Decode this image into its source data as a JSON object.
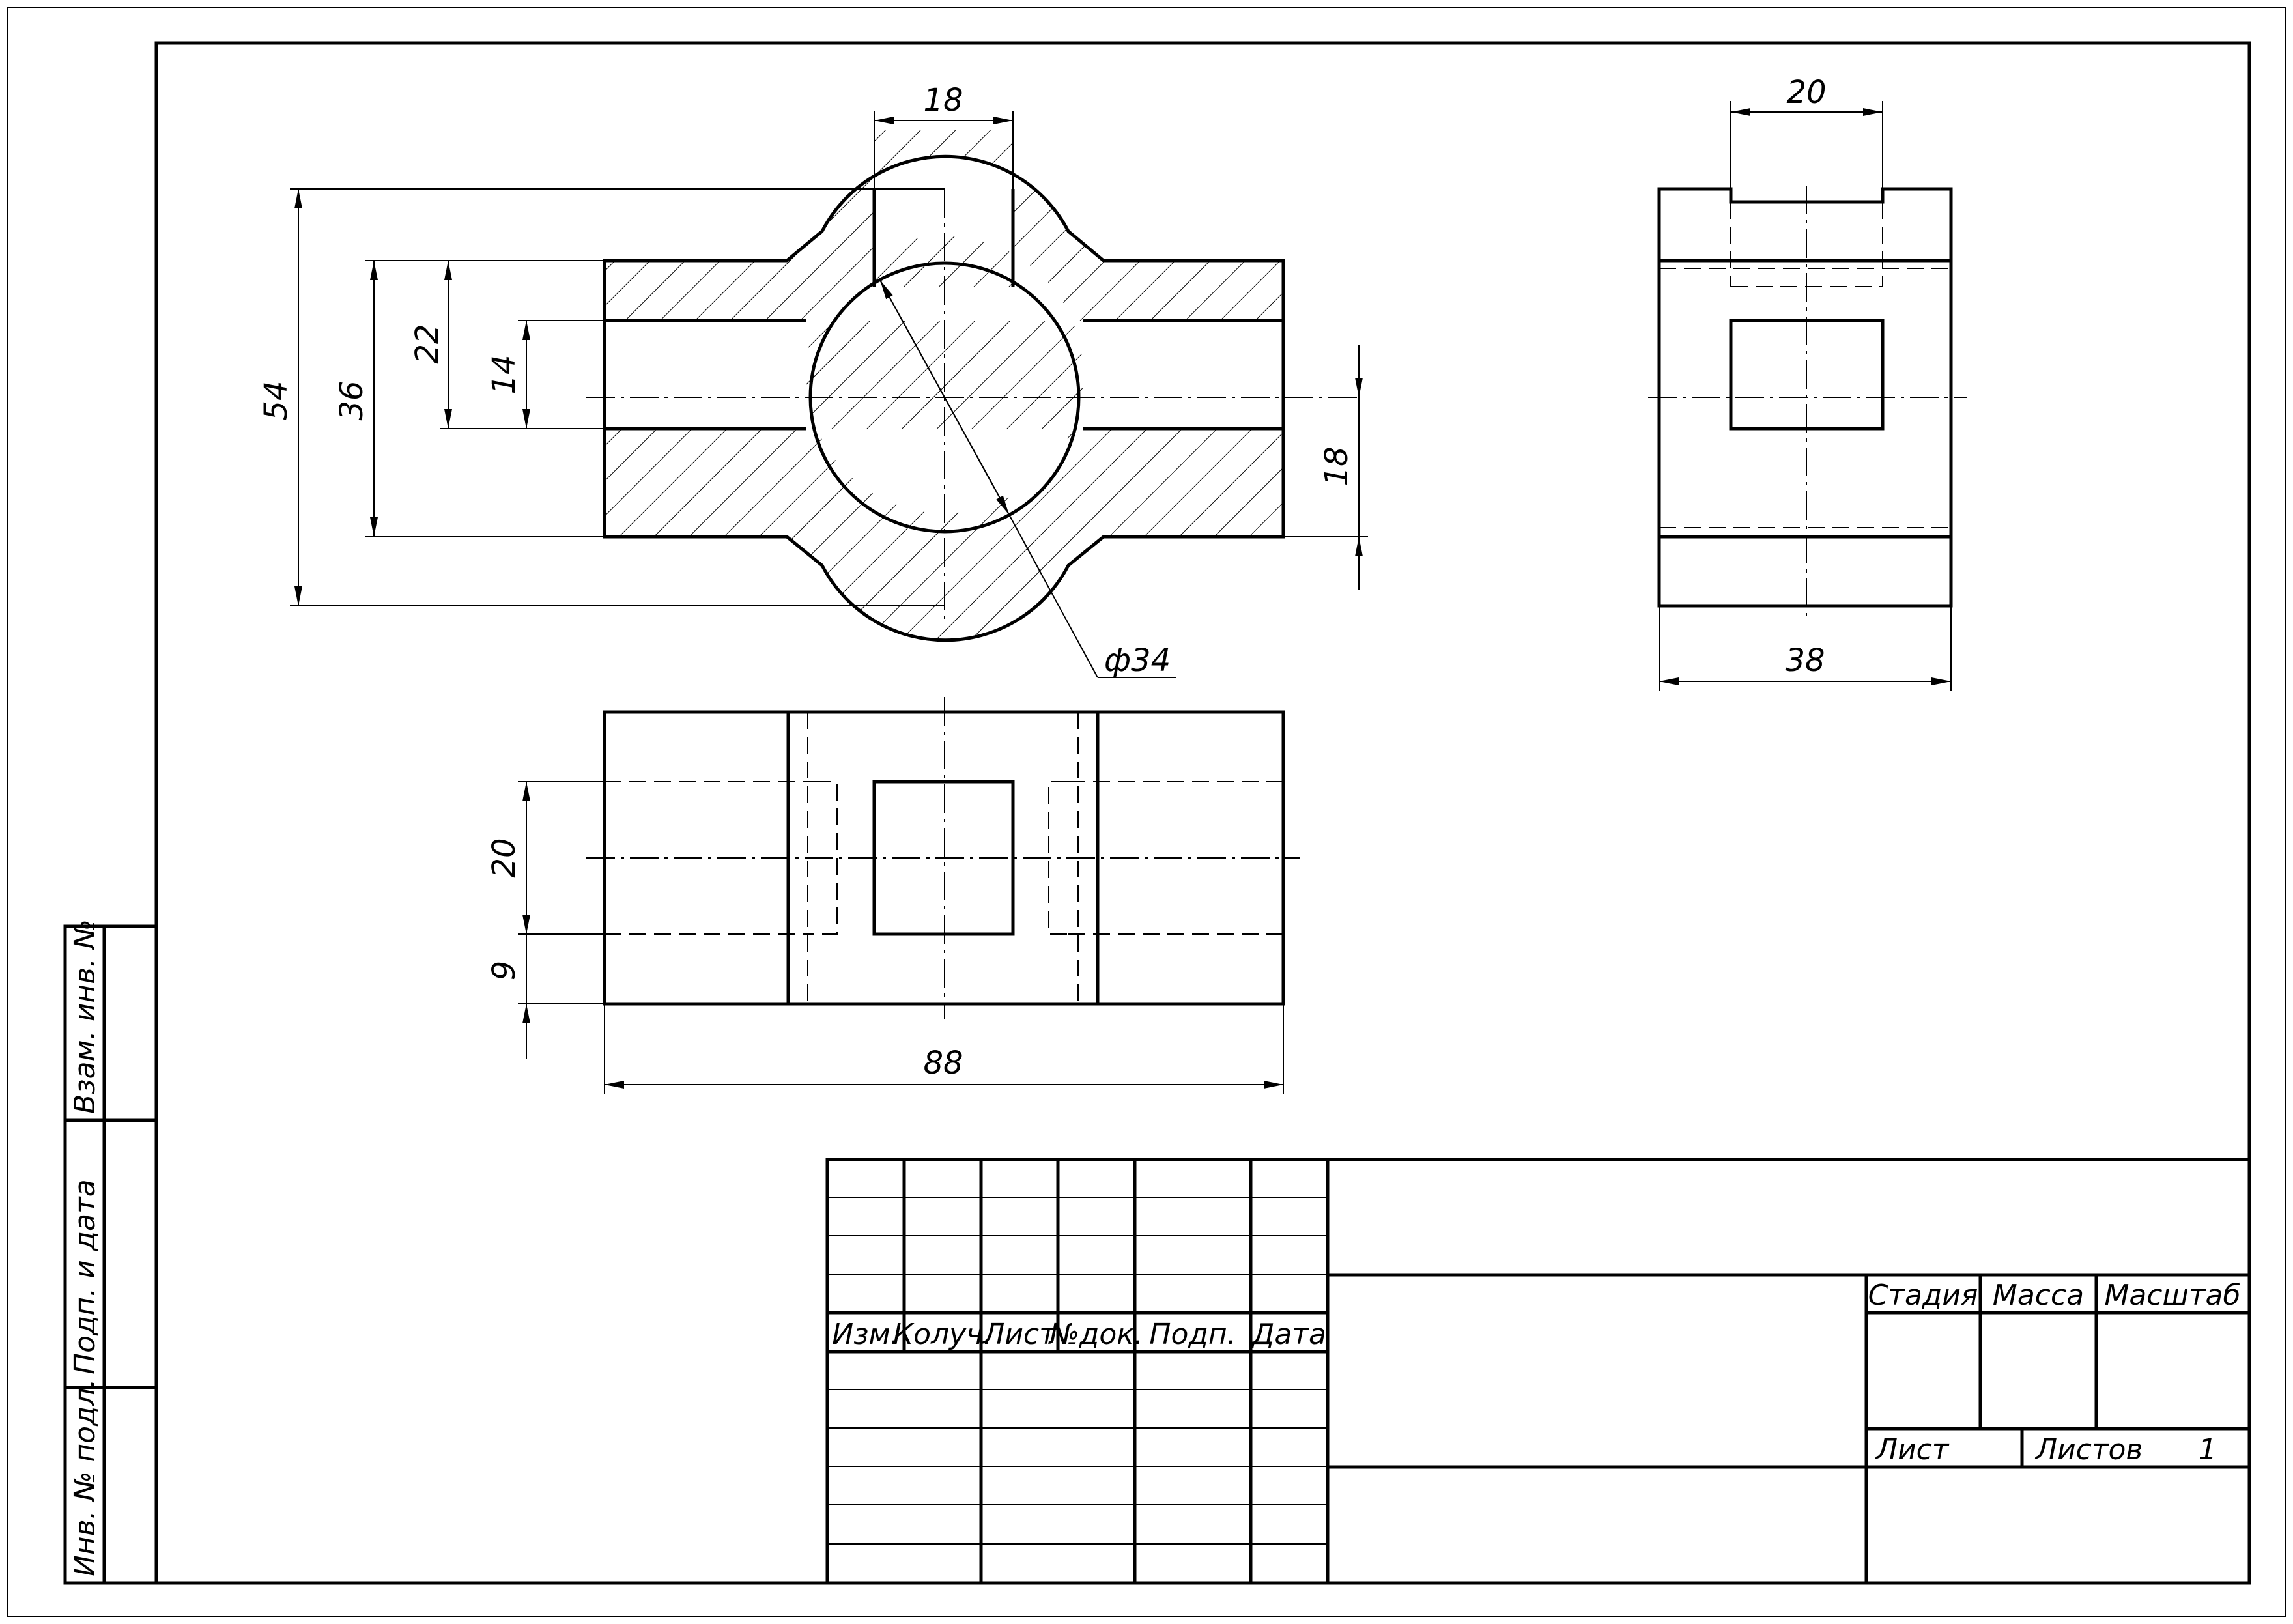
{
  "views": {
    "front_section": {
      "dimensions": {
        "top_slot": "18",
        "overall_height": "54",
        "body_height": "36",
        "hole_zone": "22",
        "bore": "14",
        "right_height": "18",
        "sphere_diameter": "ф34"
      }
    },
    "side_view": {
      "dimensions": {
        "top_slot": "20",
        "width": "38"
      }
    },
    "top_view": {
      "dimensions": {
        "window": "20",
        "offset": "9",
        "length": "88"
      }
    }
  },
  "title_block": {
    "revision_headers": [
      "Изм.",
      "Колуч.",
      "Лист",
      "№док.",
      "Подп.",
      "Дата"
    ],
    "stage_label": "Стадия",
    "mass_label": "Масса",
    "scale_label": "Масштаб",
    "sheet_label": "Лист",
    "sheets_label": "Листов",
    "sheets_count": "1"
  },
  "side_strip": {
    "labels": [
      "Взам. инв. №",
      "Подп. и дата",
      "Инв. № подл."
    ]
  }
}
